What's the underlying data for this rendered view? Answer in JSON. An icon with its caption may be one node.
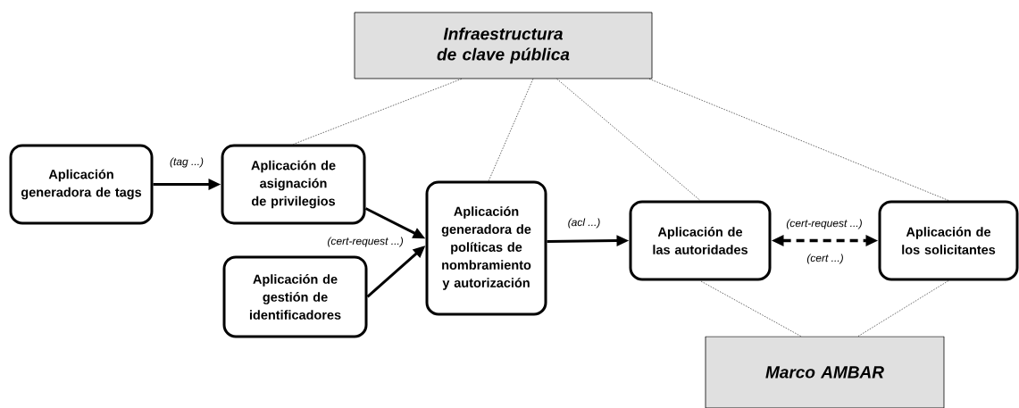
{
  "diagram": {
    "nodes": [
      {
        "text": [
          "Infraestructura de clave pública"
        ]
      },
      {
        "text": [
          "Aplicación generadora de tags"
        ]
      },
      {
        "text": [
          "Aplicación de asignación de privilegios"
        ]
      },
      {
        "text": [
          "Aplicación de gestión de identificadores"
        ]
      },
      {
        "text": [
          "Aplicación generadora de políticas de nombramiento y autorización"
        ]
      },
      {
        "text": [
          "Aplicación de las autoridades"
        ]
      },
      {
        "text": [
          "Aplicación de los solicitantes"
        ]
      },
      {
        "text": [
          "Marco AMBAR"
        ]
      }
    ],
    "edges": [
      {
        "from": 1,
        "to": 2,
        "arrow": "to",
        "style": "thick",
        "label": "(tag ...)"
      },
      {
        "from": 2,
        "to": 4,
        "arrow": "to",
        "style": "thick"
      },
      {
        "from": 3,
        "to": 4,
        "arrow": "to",
        "style": "thick",
        "label": "(cert-request ...)"
      },
      {
        "from": 4,
        "to": 5,
        "arrow": "to",
        "style": "thick",
        "label": "(acl ...)"
      },
      {
        "from": 5,
        "to": 6,
        "arrow": "both",
        "style": "dashed",
        "label": "(cert-request ...)"
      },
      {
        "from": 0,
        "to": 2,
        "arrow": "none",
        "style": "dashed"
      },
      {
        "from": 0,
        "to": 4,
        "arrow": "none",
        "style": "dashed"
      },
      {
        "from": 0,
        "to": 5,
        "arrow": "none",
        "style": "dashed"
      },
      {
        "from": 0,
        "to": 6,
        "arrow": "none",
        "style": "dashed"
      },
      {
        "from": 7,
        "to": 5,
        "arrow": "none",
        "style": "dashed"
      },
      {
        "from": 7,
        "to": 6,
        "arrow": "none",
        "style": "dashed"
      }
    ],
    "labels": [
      "(cert ...)"
    ]
  }
}
